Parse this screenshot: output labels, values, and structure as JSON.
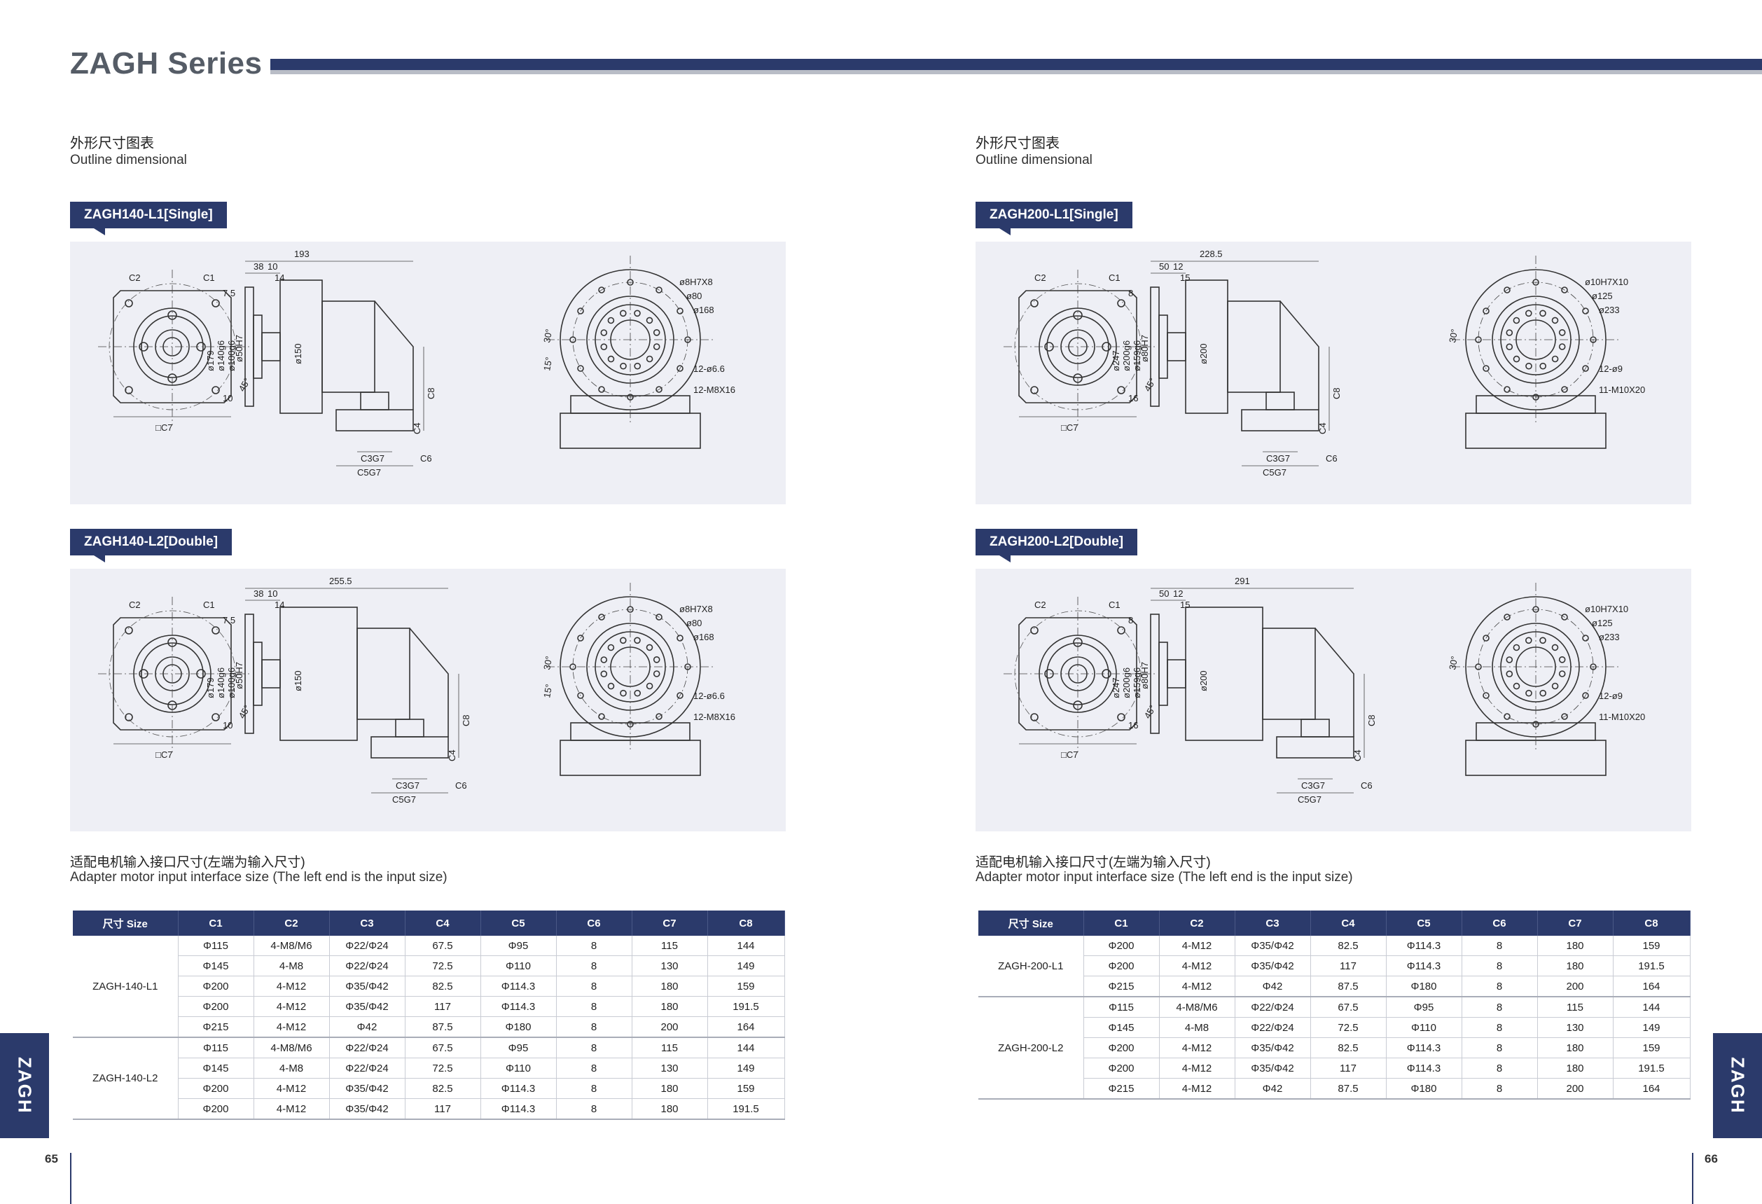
{
  "header": {
    "series_title": "ZAGH Series"
  },
  "left": {
    "section_cn": "外形尺寸图表",
    "section_en": "Outline dimensional",
    "model_single": "ZAGH140-L1[Single]",
    "model_double": "ZAGH140-L2[Double]",
    "note_cn": "适配电机输入接口尺寸(左端为输入尺寸)",
    "note_en": "Adapter motor input interface size (The left end is the input size)",
    "page_number": "65",
    "side_tab": "ZAGH",
    "diagram_single": {
      "front_c2": "C2",
      "front_c1": "C1",
      "front_angle": "45°",
      "front_c7": "□C7",
      "dim_total": "193",
      "dim_38": "38",
      "dim_10a": "10",
      "dim_14": "14",
      "dim_75": "7.5",
      "dim_179": "ø179",
      "dim_140": "ø140g6",
      "dim_100": "ø100g6",
      "dim_50": "ø50H7",
      "dim_10b": "10",
      "dim_150": "ø150",
      "dim_c8": "C8",
      "dim_c4": "C4",
      "dim_c6": "C6",
      "dim_c3": "C3G7",
      "dim_c5": "C5G7",
      "side_key": "ø8H7X8",
      "side_80": "ø80",
      "side_168": "ø168",
      "side_30": "30°",
      "side_15": "15°",
      "side_holes": "12-ø6.6",
      "side_thread": "12-M8X16"
    },
    "diagram_double": {
      "front_c2": "C2",
      "front_c1": "C1",
      "front_angle": "45°",
      "front_c7": "□C7",
      "dim_total": "255.5",
      "dim_38": "38",
      "dim_10a": "10",
      "dim_14": "14",
      "dim_75": "7.5",
      "dim_179": "ø179",
      "dim_140": "ø140g6",
      "dim_100": "ø100g6",
      "dim_50": "ø50H7",
      "dim_10b": "10",
      "dim_150": "ø150",
      "dim_c8": "C8",
      "dim_c4": "C4",
      "dim_c6": "C6",
      "dim_c3": "C3G7",
      "dim_c5": "C5G7",
      "side_key": "ø8H7X8",
      "side_80": "ø80",
      "side_168": "ø168",
      "side_30": "30°",
      "side_15": "15°",
      "side_holes": "12-ø6.6",
      "side_thread": "12-M8X16"
    },
    "table": {
      "headers": [
        "尺寸 Size",
        "C1",
        "C2",
        "C3",
        "C4",
        "C5",
        "C6",
        "C7",
        "C8"
      ],
      "groups": [
        {
          "size": "ZAGH-140-L1",
          "rows": [
            [
              "Φ115",
              "4-M8/M6",
              "Φ22/Φ24",
              "67.5",
              "Φ95",
              "8",
              "115",
              "144"
            ],
            [
              "Φ145",
              "4-M8",
              "Φ22/Φ24",
              "72.5",
              "Φ110",
              "8",
              "130",
              "149"
            ],
            [
              "Φ200",
              "4-M12",
              "Φ35/Φ42",
              "82.5",
              "Φ114.3",
              "8",
              "180",
              "159"
            ],
            [
              "Φ200",
              "4-M12",
              "Φ35/Φ42",
              "117",
              "Φ114.3",
              "8",
              "180",
              "191.5"
            ],
            [
              "Φ215",
              "4-M12",
              "Φ42",
              "87.5",
              "Φ180",
              "8",
              "200",
              "164"
            ]
          ]
        },
        {
          "size": "ZAGH-140-L2",
          "rows": [
            [
              "Φ115",
              "4-M8/M6",
              "Φ22/Φ24",
              "67.5",
              "Φ95",
              "8",
              "115",
              "144"
            ],
            [
              "Φ145",
              "4-M8",
              "Φ22/Φ24",
              "72.5",
              "Φ110",
              "8",
              "130",
              "149"
            ],
            [
              "Φ200",
              "4-M12",
              "Φ35/Φ42",
              "82.5",
              "Φ114.3",
              "8",
              "180",
              "159"
            ],
            [
              "Φ200",
              "4-M12",
              "Φ35/Φ42",
              "117",
              "Φ114.3",
              "8",
              "180",
              "191.5"
            ]
          ]
        }
      ]
    }
  },
  "right": {
    "section_cn": "外形尺寸图表",
    "section_en": "Outline dimensional",
    "model_single": "ZAGH200-L1[Single]",
    "model_double": "ZAGH200-L2[Double]",
    "note_cn": "适配电机输入接口尺寸(左端为输入尺寸)",
    "note_en": "Adapter motor input interface size (The left end is the input size)",
    "page_number": "66",
    "side_tab": "ZAGH",
    "diagram_single": {
      "front_c2": "C2",
      "front_c1": "C1",
      "front_angle": "45°",
      "front_c7": "□C7",
      "dim_total": "228.5",
      "dim_38": "50",
      "dim_10a": "12",
      "dim_14": "15",
      "dim_75": "8",
      "dim_179": "ø247",
      "dim_140": "ø200g6",
      "dim_100": "ø159g6",
      "dim_50": "ø80H7",
      "dim_10b": "16",
      "dim_150": "ø200",
      "dim_c8": "C8",
      "dim_c4": "C4",
      "dim_c6": "C6",
      "dim_c3": "C3G7",
      "dim_c5": "C5G7",
      "side_key": "ø10H7X10",
      "side_80": "ø125",
      "side_168": "ø233",
      "side_30": "30°",
      "side_holes": "12-ø9",
      "side_thread": "11-M10X20"
    },
    "diagram_double": {
      "front_c2": "C2",
      "front_c1": "C1",
      "front_angle": "45°",
      "front_c7": "□C7",
      "dim_total": "291",
      "dim_38": "50",
      "dim_10a": "12",
      "dim_14": "15",
      "dim_75": "8",
      "dim_179": "ø247",
      "dim_140": "ø200g6",
      "dim_100": "ø159g6",
      "dim_50": "ø80H7",
      "dim_10b": "16",
      "dim_150": "ø200",
      "dim_c8": "C8",
      "dim_c4": "C4",
      "dim_c6": "C6",
      "dim_c3": "C3G7",
      "dim_c5": "C5G7",
      "side_key": "ø10H7X10",
      "side_80": "ø125",
      "side_168": "ø233",
      "side_30": "30°",
      "side_holes": "12-ø9",
      "side_thread": "11-M10X20"
    },
    "table": {
      "headers": [
        "尺寸 Size",
        "C1",
        "C2",
        "C3",
        "C4",
        "C5",
        "C6",
        "C7",
        "C8"
      ],
      "groups": [
        {
          "size": "ZAGH-200-L1",
          "rows": [
            [
              "Φ200",
              "4-M12",
              "Φ35/Φ42",
              "82.5",
              "Φ114.3",
              "8",
              "180",
              "159"
            ],
            [
              "Φ200",
              "4-M12",
              "Φ35/Φ42",
              "117",
              "Φ114.3",
              "8",
              "180",
              "191.5"
            ],
            [
              "Φ215",
              "4-M12",
              "Φ42",
              "87.5",
              "Φ180",
              "8",
              "200",
              "164"
            ]
          ]
        },
        {
          "size": "ZAGH-200-L2",
          "rows": [
            [
              "Φ115",
              "4-M8/M6",
              "Φ22/Φ24",
              "67.5",
              "Φ95",
              "8",
              "115",
              "144"
            ],
            [
              "Φ145",
              "4-M8",
              "Φ22/Φ24",
              "72.5",
              "Φ110",
              "8",
              "130",
              "149"
            ],
            [
              "Φ200",
              "4-M12",
              "Φ35/Φ42",
              "82.5",
              "Φ114.3",
              "8",
              "180",
              "159"
            ],
            [
              "Φ200",
              "4-M12",
              "Φ35/Φ42",
              "117",
              "Φ114.3",
              "8",
              "180",
              "191.5"
            ],
            [
              "Φ215",
              "4-M12",
              "Φ42",
              "87.5",
              "Φ180",
              "8",
              "200",
              "164"
            ]
          ]
        }
      ]
    }
  }
}
